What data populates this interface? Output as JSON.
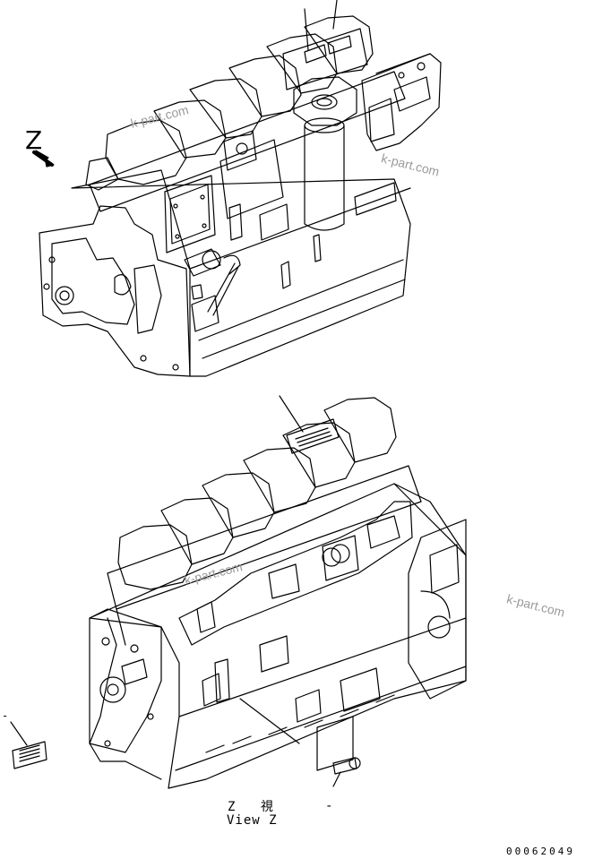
{
  "labels": {
    "view_letter": "Z",
    "caption_jp": "Z 視",
    "caption_en": "View Z",
    "caption_dash": "-",
    "side_dash": "-",
    "drawing_number": "00062049"
  },
  "watermarks": [
    "k-part.com",
    "k-part.com",
    "k-part.com",
    "k-part.com"
  ],
  "colors": {
    "ink": "#000000",
    "paper": "#ffffff",
    "watermark": "#9a9a9a"
  }
}
